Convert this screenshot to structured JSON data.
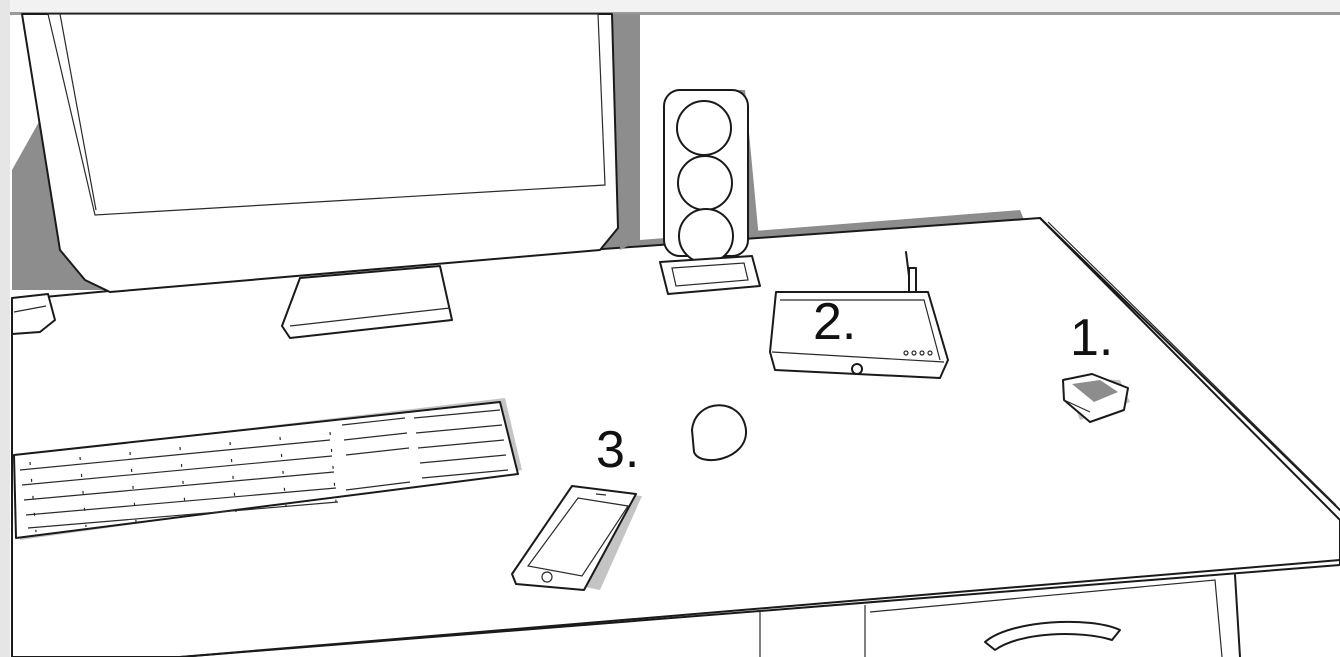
{
  "labels": {
    "device_1": "1.",
    "device_2": "2.",
    "device_3": "3."
  },
  "colors": {
    "shadow": "#8d8d8d",
    "outline": "#1a1a1a",
    "surface": "#ffffff"
  }
}
